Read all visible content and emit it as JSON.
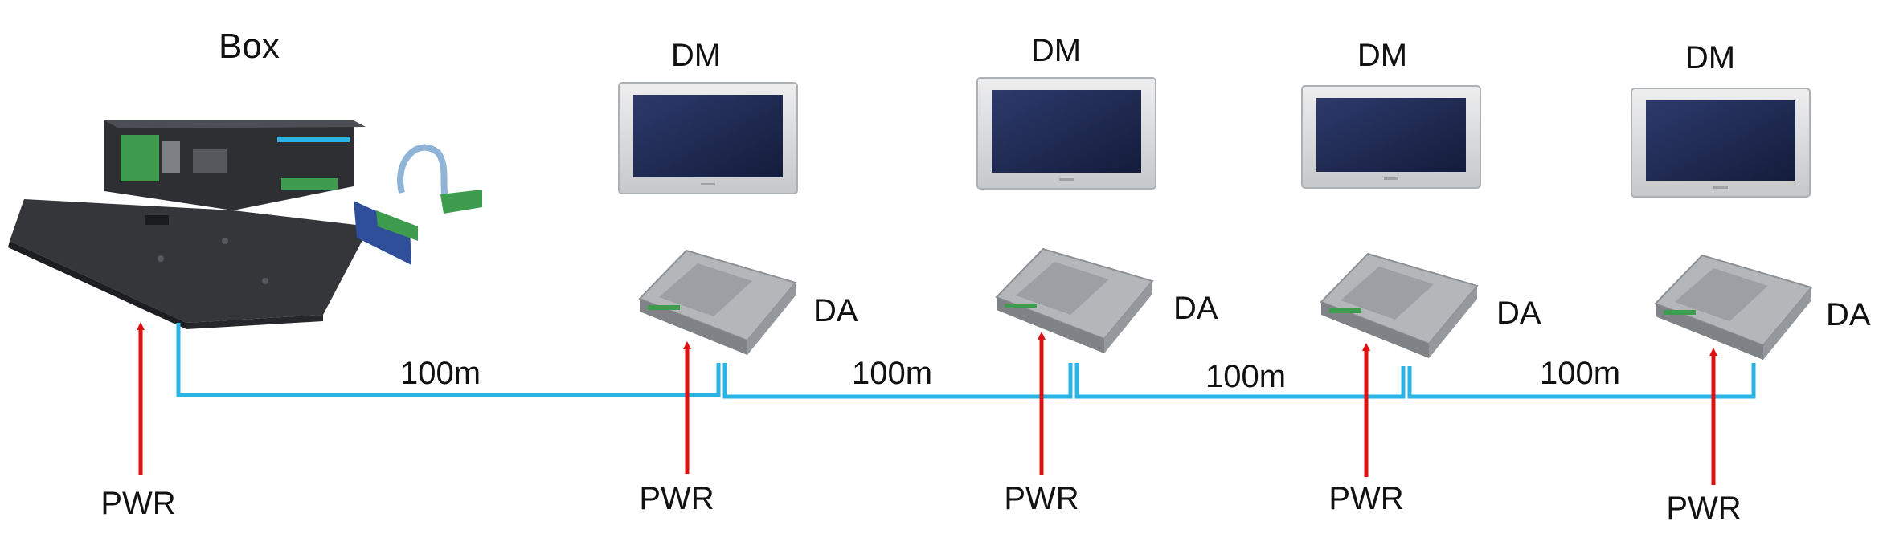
{
  "box": {
    "label": "Box"
  },
  "nodes": [
    {
      "monitor_label": "DM",
      "adapter_label": "DA",
      "power_label": "PWR"
    },
    {
      "monitor_label": "DM",
      "adapter_label": "DA",
      "power_label": "PWR"
    },
    {
      "monitor_label": "DM",
      "adapter_label": "DA",
      "power_label": "PWR"
    },
    {
      "monitor_label": "DM",
      "adapter_label": "DA",
      "power_label": "PWR"
    }
  ],
  "box_power_label": "PWR",
  "cable_segments": [
    {
      "length_label": "100m"
    },
    {
      "length_label": "100m"
    },
    {
      "length_label": "100m"
    },
    {
      "length_label": "100m"
    }
  ],
  "colors": {
    "cable": "#2ab4e6",
    "power_arrow": "#e01010",
    "monitor_frame": "#d9dadc",
    "monitor_screen": "#1f2a55",
    "adapter_body": "#a9acaf",
    "box_body": "#2d2f33"
  },
  "icons": {
    "box": "industrial-box-pc-icon",
    "expansion_card": "expansion-card-icon",
    "monitor": "display-monitor-icon",
    "adapter": "display-adapter-icon",
    "power_arrow": "power-arrow-icon"
  }
}
